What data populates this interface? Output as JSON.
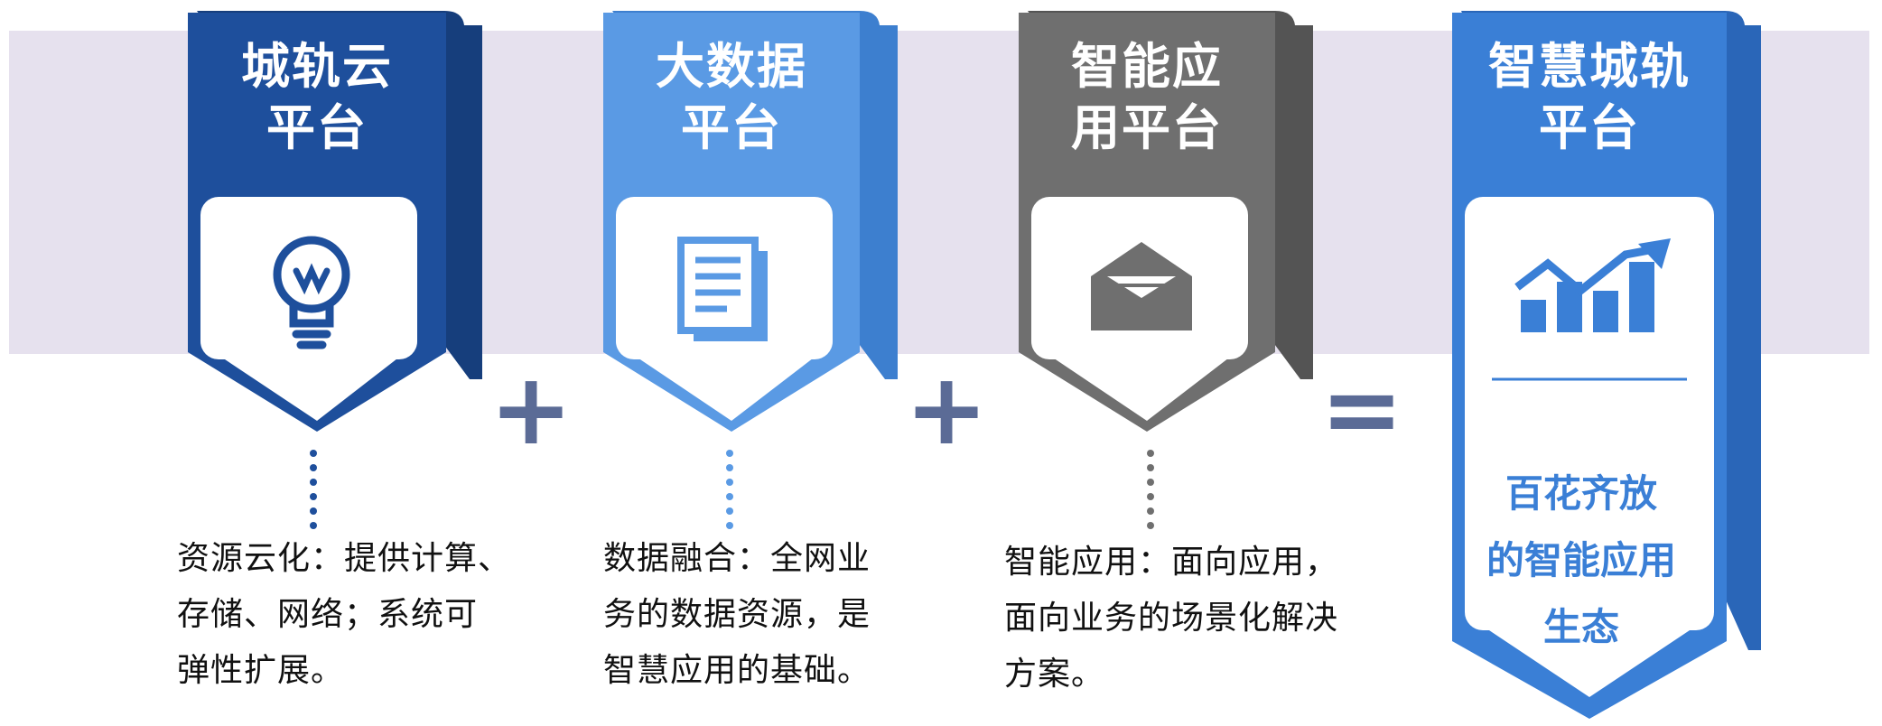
{
  "colors": {
    "band": "#e6e1ee",
    "cloud": "#1e4f9c",
    "bigdata": "#5a9ae4",
    "app": "#6f6f6f",
    "smart": "#3a7fd6",
    "operator": "#5b6b96"
  },
  "cards": [
    {
      "title_lines": [
        "城轨云",
        "平台"
      ],
      "icon": "lightbulb-icon",
      "desc_lines": [
        "资源云化：提供计算、",
        "存储、网络；系统可",
        "弹性扩展。"
      ]
    },
    {
      "title_lines": [
        "大数据",
        "平台"
      ],
      "icon": "document-icon",
      "desc_lines": [
        "数据融合：全网业",
        "务的数据资源，是",
        "智慧应用的基础。"
      ]
    },
    {
      "title_lines": [
        "智能应",
        "用平台"
      ],
      "icon": "envelope-icon",
      "desc_lines": [
        "智能应用：面向应用，",
        "面向业务的场景化解决",
        "方案。"
      ]
    }
  ],
  "result": {
    "title_lines": [
      "智慧城轨",
      "平台"
    ],
    "icon": "growth-chart-icon",
    "body_lines": [
      "百花齐放",
      "的智能应用",
      "生态"
    ]
  },
  "operators": [
    "+",
    "+",
    "="
  ]
}
